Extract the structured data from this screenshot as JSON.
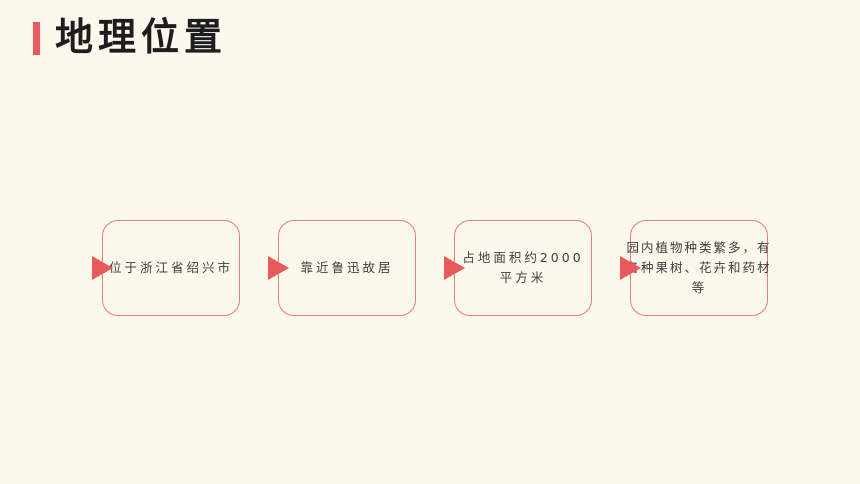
{
  "header": {
    "title": "地理位置",
    "accent_color": "#e95a5a"
  },
  "steps": [
    {
      "text": "位于浙江省绍兴市",
      "icon": "triangle-pointer-icon"
    },
    {
      "text": "靠近鲁迅故居",
      "icon": "triangle-pointer-icon"
    },
    {
      "text": "占地面积约2000平方米",
      "icon": "triangle-pointer-icon"
    },
    {
      "text": "园内植物种类繁多，有各种果树、花卉和药材等",
      "icon": "triangle-pointer-icon"
    }
  ],
  "colors": {
    "background": "#fdf8ed",
    "card_border": "#e57d7d",
    "pointer": "#e95a5a"
  }
}
